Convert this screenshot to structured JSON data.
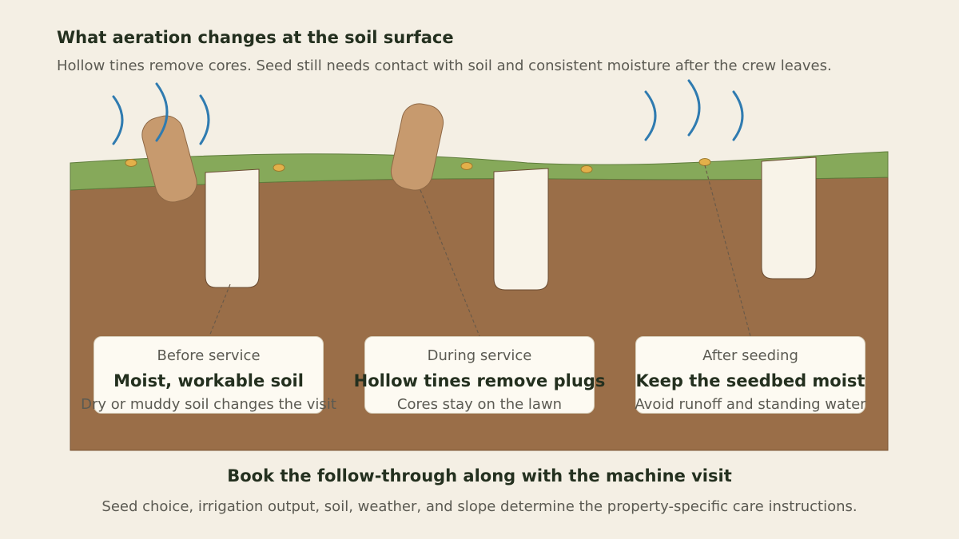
{
  "header": {
    "title": "What aeration changes at the soil surface",
    "subtitle": "Hollow tines remove cores. Seed still needs contact with soil and consistent moisture after the crew leaves."
  },
  "stages": [
    {
      "label": "Before service",
      "headline": "Moist, workable soil",
      "detail": "Dry or muddy soil changes the visit"
    },
    {
      "label": "During service",
      "headline": "Hollow tines remove plugs",
      "detail": "Cores stay on the lawn"
    },
    {
      "label": "After seeding",
      "headline": "Keep the seedbed moist",
      "detail": "Avoid runoff and standing water"
    }
  ],
  "footer": {
    "title": "Book the follow-through along with the machine visit",
    "body": "Seed choice, irrigation output, soil, weather, and slope determine the property-specific care instructions."
  },
  "colors": {
    "background": "#f4efe4",
    "soil": "#9a6e48",
    "grass": "#86a95a",
    "core": "#c79a6e",
    "seed": "#e3b04a",
    "moisture": "#2f7bb0",
    "hole": "#f8f3e8"
  }
}
